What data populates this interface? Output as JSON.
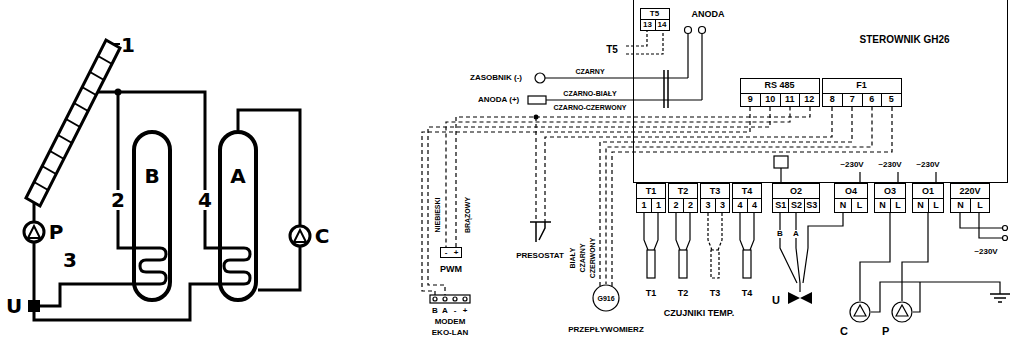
{
  "diagram": {
    "nodes": [
      {
        "text": [
          "B"
        ]
      },
      {
        "text": [
          "A"
        ]
      },
      {
        "text": [
          "STEROWNIK GH26"
        ]
      },
      {
        "text": [
          "T5",
          "13",
          "14"
        ],
        "in": 2
      },
      {
        "text": [
          "RS 485",
          "9",
          "10",
          "11",
          "12"
        ],
        "in": 2
      },
      {
        "text": [
          "F1",
          "8",
          "7",
          "6",
          "5"
        ],
        "in": 2
      },
      {
        "text": [
          "T1",
          "1",
          "1"
        ]
      },
      {
        "text": [
          "T2",
          "2",
          "2"
        ]
      },
      {
        "text": [
          "T3",
          "3",
          "3"
        ]
      },
      {
        "text": [
          "T4",
          "4",
          "4"
        ]
      },
      {
        "text": [
          "O2",
          "S1",
          "S2",
          "S3"
        ]
      },
      {
        "text": [
          "O4",
          "N",
          "L"
        ]
      },
      {
        "text": [
          "O3",
          "N",
          "L"
        ]
      },
      {
        "text": [
          "O1",
          "N",
          "L"
        ]
      },
      {
        "text": [
          "220V",
          "N",
          "L"
        ]
      },
      {
        "text": [
          "-",
          "+",
          "PWM"
        ]
      },
      {
        "text": [
          "G916",
          "PRZEPŁYWOMIERZ"
        ]
      },
      {
        "text": [
          "C"
        ]
      },
      {
        "text": [
          "P"
        ]
      }
    ],
    "edges": [
      {
        "from": 12,
        "to": 17,
        "arrow": "none"
      },
      {
        "from": 13,
        "to": 18,
        "arrow": "none"
      },
      {
        "from": 5,
        "to": 16,
        "arrow": "none"
      },
      {
        "from": 4,
        "to": 15,
        "arrow": "none"
      }
    ],
    "labels": [
      "1",
      "P",
      "3",
      "2",
      "4",
      "C",
      "U",
      "T5",
      "ANODA",
      "ZASOBNIK (-)",
      "CZARNY",
      "ANODA (+)",
      "CZARNO-BIAŁY",
      "CZARNO-CZERWONY",
      "NIEBIESKI",
      "BRĄZOWY",
      "PRESOSTAT",
      "BIAŁY",
      "CZARNY",
      "CZERWONY",
      "B",
      "A",
      "-",
      "+",
      "MODEM",
      "EKO-LAN",
      "T1",
      "T2",
      "T3",
      "T4",
      "CZUJNIKI TEMP.",
      "B",
      "A",
      "U",
      "~230V",
      "~230V",
      "~230V",
      "~230V"
    ]
  }
}
